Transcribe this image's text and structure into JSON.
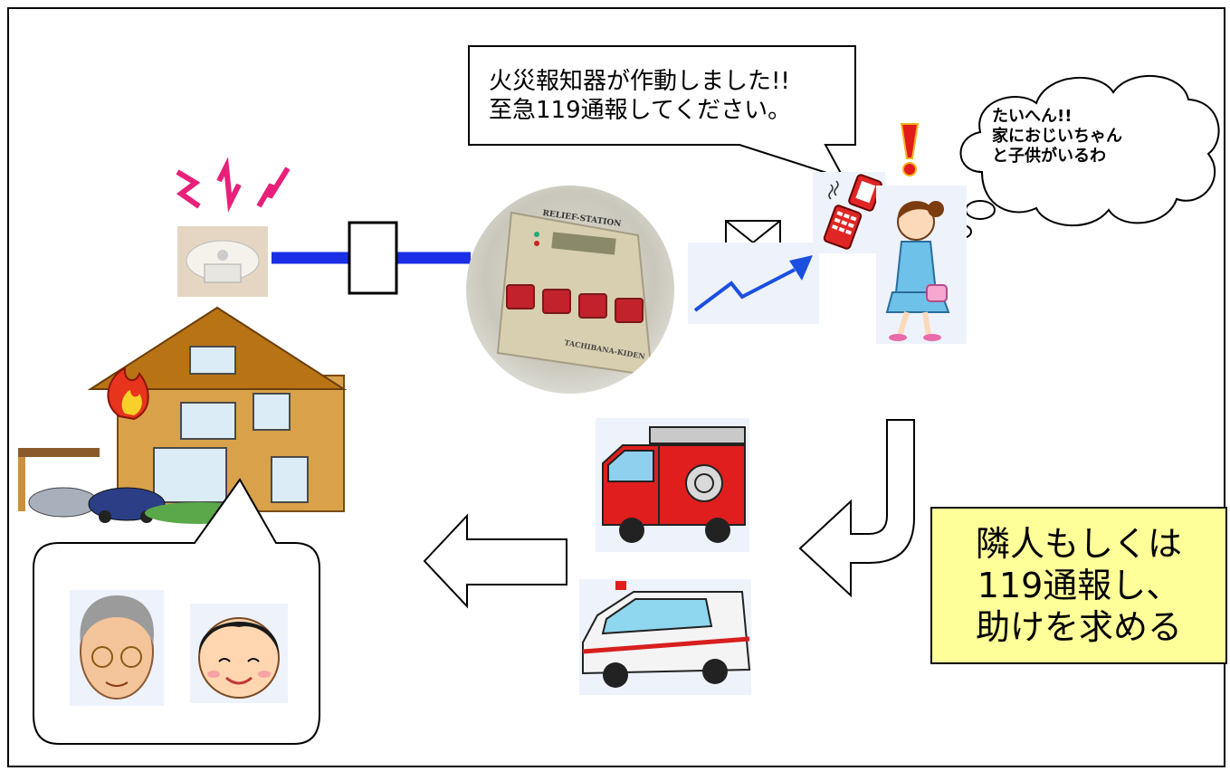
{
  "alert_callout": {
    "text": "火災報知器が作動しました!!\n至急119通報してください。"
  },
  "thought_cloud": {
    "text": "たいへん!!\n家におじいちゃん\nと子供がいるわ"
  },
  "action_box": {
    "text": "隣人もしくは\n119通報し、\n助けを求める"
  },
  "device": {
    "brand_label": "RELIEF-STATION",
    "maker_label": "TACHIBANA-KIDEN"
  },
  "colors": {
    "connection_line": "#1a2ee6",
    "alert_bolts": "#e8207a",
    "action_box_fill": "#ffff99",
    "exclamation": "#e21b1b"
  },
  "icons": {
    "smoke_detector": "smoke-detector-icon",
    "junction": "junction-box-icon",
    "relief_station": "relief-station-device-icon",
    "mail": "envelope-icon",
    "signal": "signal-arrow-icon",
    "phone": "mobile-phone-icon",
    "woman": "woman-icon",
    "house_fire": "burning-house-icon",
    "fire_truck": "fire-truck-icon",
    "ambulance": "ambulance-icon",
    "grandfather": "grandfather-face-icon",
    "child": "child-face-icon"
  }
}
